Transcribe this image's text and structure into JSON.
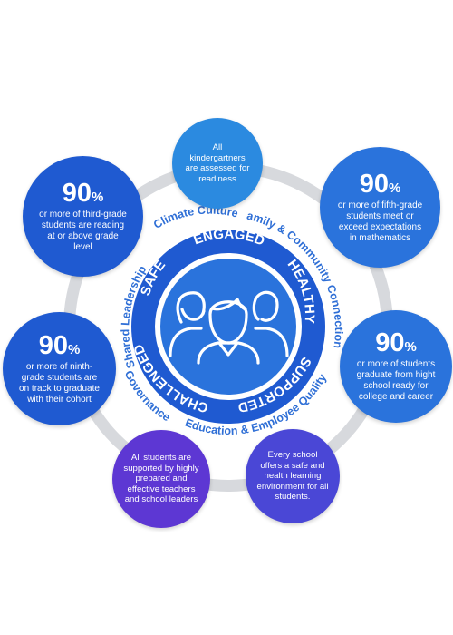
{
  "colors": {
    "ring_outer": "#d7d9dd",
    "ring_white": "#ffffff",
    "blue_dark": "#1f5ad1",
    "blue_mid": "#2a73dc",
    "blue_light": "#2b8ae0",
    "purple": "#5d37d3",
    "indigo": "#4a47d6",
    "text_blue": "#2f6fd6"
  },
  "outer_ring_labels": {
    "climate": "Climate Culture",
    "family": "Family & Community Connections",
    "shared": "Shared Leadership",
    "governance": "Governance",
    "education": "Education & Employee Quality"
  },
  "inner_ring_labels": {
    "engaged": "ENGAGED",
    "healthy": "HEALTHY",
    "supported": "SUPPORTED",
    "challenged": "CHALLENGED",
    "safe": "SAFE"
  },
  "center_icon": "students-group-icon",
  "goals": {
    "kindergarten": {
      "text": "All kindergartners are assessed for readiness"
    },
    "reading": {
      "percent": "90",
      "percent_sign": "%",
      "text": "or more of third-grade students are reading at or above grade level"
    },
    "math": {
      "percent": "90",
      "percent_sign": "%",
      "text": "or more of fifth-grade students meet or exceed expectations in mathematics"
    },
    "ninth": {
      "percent": "90",
      "percent_sign": "%",
      "text": "or more of ninth-grade students are on track to graduate with their cohort"
    },
    "graduate": {
      "percent": "90",
      "percent_sign": "%",
      "text": "or more of students graduate from hight school ready for college and career"
    },
    "teachers": {
      "text": "All students are supported by highly prepared and effective teachers and school leaders"
    },
    "safe_school": {
      "text": "Every school offers a safe and health learning environment for all students."
    }
  }
}
